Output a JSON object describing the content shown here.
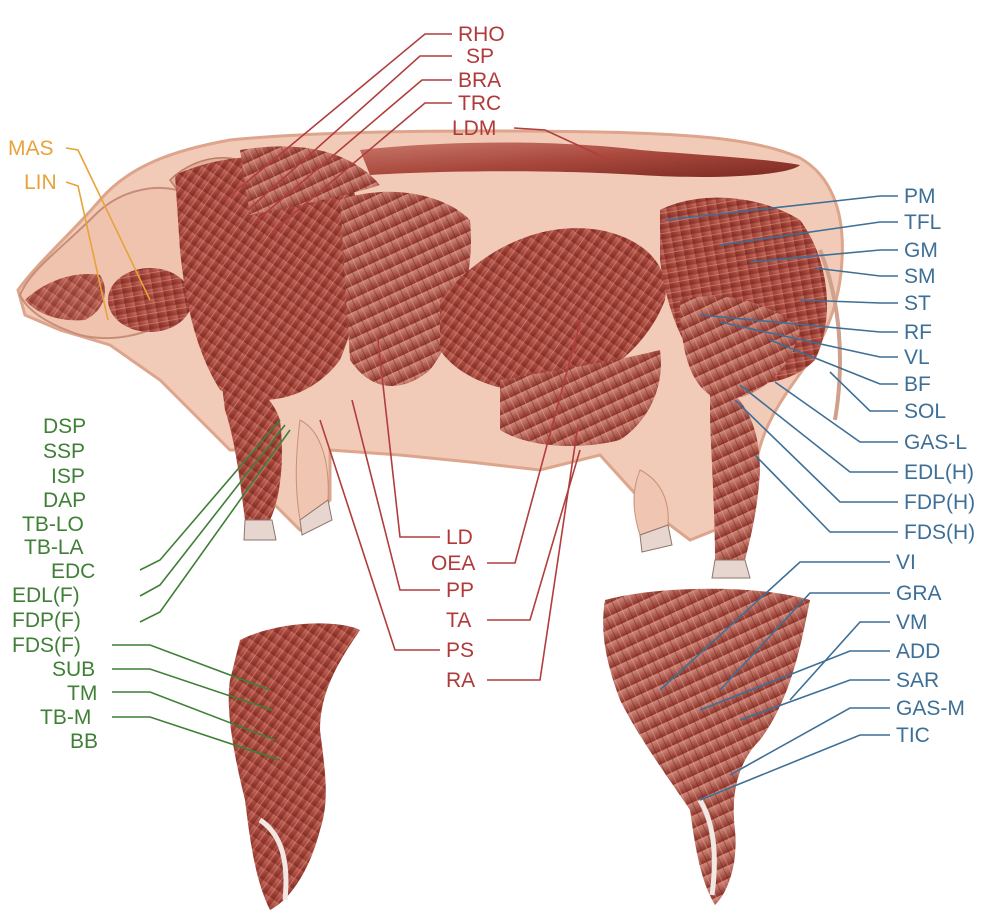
{
  "labels": {
    "orange": [
      "MAS",
      "LIN"
    ],
    "red_top": [
      "RHO",
      "SP",
      "BRA",
      "TRC",
      "LDM"
    ],
    "red_bottom": [
      "LD",
      "OEA",
      "PP",
      "TA",
      "PS",
      "RA"
    ],
    "green": [
      "DSP",
      "SSP",
      "ISP",
      "DAP",
      "TB-LO",
      "TB-LA",
      "EDC",
      "EDL(F)",
      "FDP(F)",
      "FDS(F)",
      "SUB",
      "TM",
      "TB-M",
      "BB"
    ],
    "blue_upper": [
      "PM",
      "TFL",
      "GM",
      "SM",
      "ST",
      "RF",
      "VL",
      "BF",
      "SOL",
      "GAS-L",
      "EDL(H)",
      "FDP(H)",
      "FDS(H)"
    ],
    "blue_lower": [
      "VI",
      "GRA",
      "VM",
      "ADD",
      "SAR",
      "GAS-M",
      "TIC"
    ]
  },
  "colors": {
    "orange": "#e8a23a",
    "red": "#b03a3a",
    "green": "#3f7f36",
    "blue": "#3d6f97",
    "muscle": "#b5574a",
    "skin": "#f2cbb8"
  }
}
